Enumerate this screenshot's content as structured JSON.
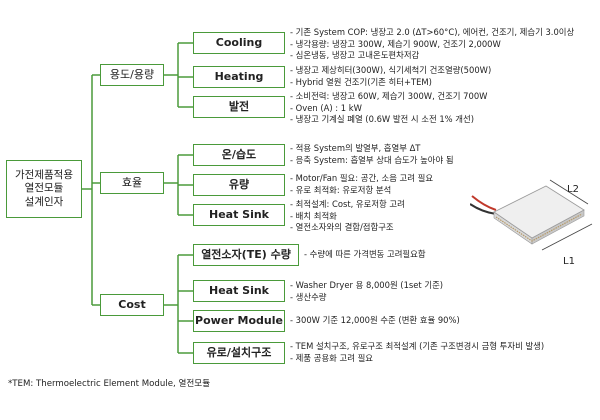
{
  "root": {
    "label_lines": [
      "가전제품적용",
      "열전모듈",
      "설계인자"
    ]
  },
  "level1": [
    {
      "label": "용도/용량"
    },
    {
      "label": "효율"
    },
    {
      "label": "Cost"
    }
  ],
  "level2": [
    {
      "label": "Cooling",
      "notes": [
        "- 기존 System COP: 냉장고 2.0 (ΔT>60°C), 에어컨, 건조기, 제습기 3.0이상",
        "- 냉각용량: 냉장고 300W, 제습기 900W, 건조기 2,000W",
        "- 심온냉동, 냉장고 고내온도편차저감"
      ]
    },
    {
      "label": "Heating",
      "notes": [
        "- 냉장고 제상히터(300W), 식기세척기 건조열량(500W)",
        "- Hybrid 열원 건조기(기존 히터+TEM)"
      ]
    },
    {
      "label": "발전",
      "notes": [
        "- 소비전력: 냉장고 60W, 제습기 300W, 건조기 700W",
        "- Oven (A) : 1 kW",
        "- 냉장고 기계실 폐열 (0.6W 발전 시 소전 1% 개선)"
      ]
    },
    {
      "label": "온/습도",
      "notes": [
        "- 적용 System의 발열부, 흡열부 ΔT",
        "- 응축 System: 흡열부 상대 습도가 높아야 됨"
      ]
    },
    {
      "label": "유량",
      "notes": [
        "- Motor/Fan 필요: 공간, 소음 고려 필요",
        "- 유로 최적화: 유로저항 분석"
      ]
    },
    {
      "label": "Heat Sink",
      "notes": [
        "- 최적설계: Cost, 유로저항 고려",
        "- 배치 최적화",
        "- 열전소자와의 결합/접합구조"
      ]
    },
    {
      "label": "열전소자(TE) 수량",
      "notes": [
        "- 수량에 따른 가격변동 고려필요함"
      ]
    },
    {
      "label": "Heat Sink",
      "notes": [
        "- Washer Dryer 용 8,000원 (1set 기준)",
        "- 생산수량"
      ]
    },
    {
      "label": "Power Module",
      "notes": [
        "- 300W 기준 12,000원 수준 (변환 효율 90%)"
      ]
    },
    {
      "label": "유로/설치구조",
      "notes": [
        "- TEM 설치구조, 유로구조 최적설계 (기존 구조변경시 금형 투자비 발생)",
        "- 제품 공용화 고려 필요"
      ]
    }
  ],
  "illustration": {
    "dim_labels": [
      "L2",
      "L1"
    ]
  },
  "footnote": "*TEM: Thermoelectric Element Module, 열전모듈",
  "colors": {
    "line": "#4a9a3a",
    "border": "#4a9a3a"
  }
}
